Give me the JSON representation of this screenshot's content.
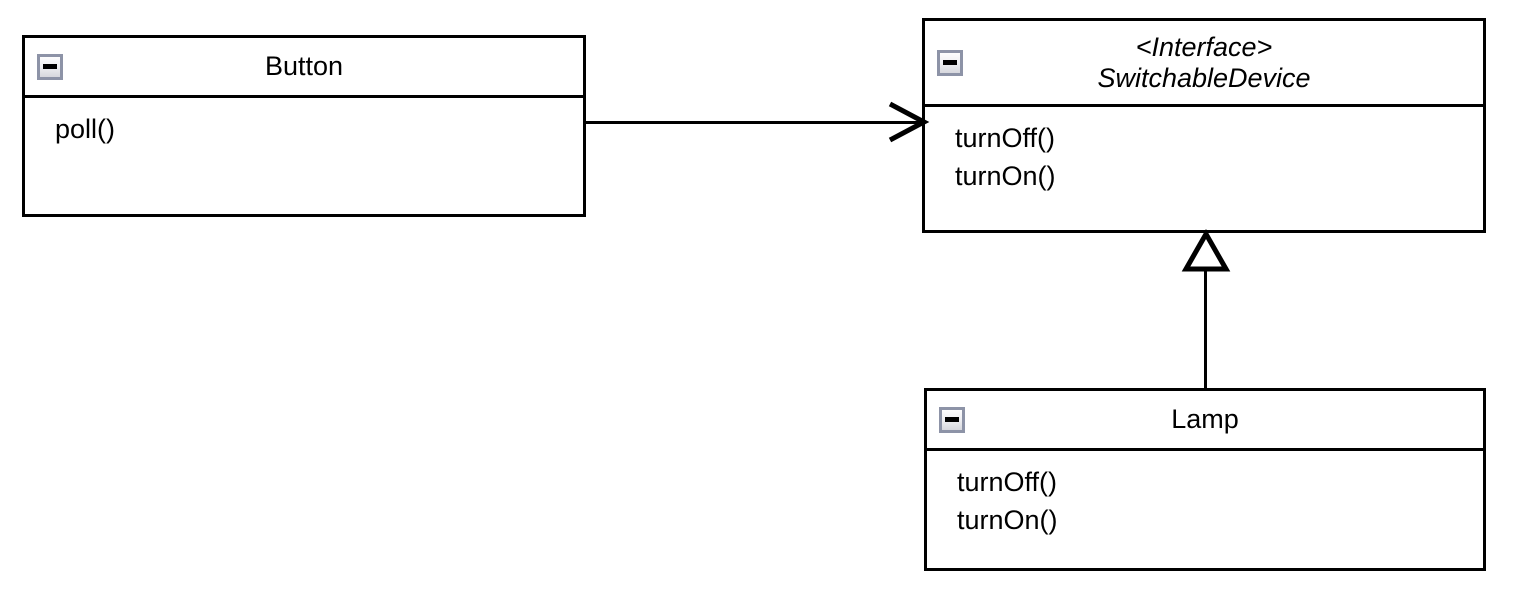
{
  "diagram": {
    "type": "uml-class-diagram",
    "background": "#ffffff",
    "line_color": "#000000",
    "icon_border_color": "#8d93a7",
    "classes": [
      {
        "id": "button",
        "name": "Button",
        "stereotype": "",
        "italic_title": false,
        "members": [
          "poll()"
        ],
        "collapse_icon": "minus-icon"
      },
      {
        "id": "switchable-device",
        "name": "SwitchableDevice",
        "stereotype": "<Interface>",
        "title_text": "<Interface>\nSwitchableDevice",
        "italic_title": true,
        "members": [
          "turnOff()",
          "turnOn()"
        ],
        "collapse_icon": "minus-icon"
      },
      {
        "id": "lamp",
        "name": "Lamp",
        "stereotype": "",
        "italic_title": false,
        "members": [
          "turnOff()",
          "turnOn()"
        ],
        "collapse_icon": "minus-icon"
      }
    ],
    "relationships": [
      {
        "id": "button-uses-switchabledevice",
        "from": "Button",
        "to": "SwitchableDevice",
        "kind": "association",
        "arrowhead": "open-arrow",
        "label": ""
      },
      {
        "id": "lamp-implements-switchabledevice",
        "from": "Lamp",
        "to": "SwitchableDevice",
        "kind": "generalization",
        "arrowhead": "hollow-triangle",
        "label": ""
      }
    ]
  }
}
